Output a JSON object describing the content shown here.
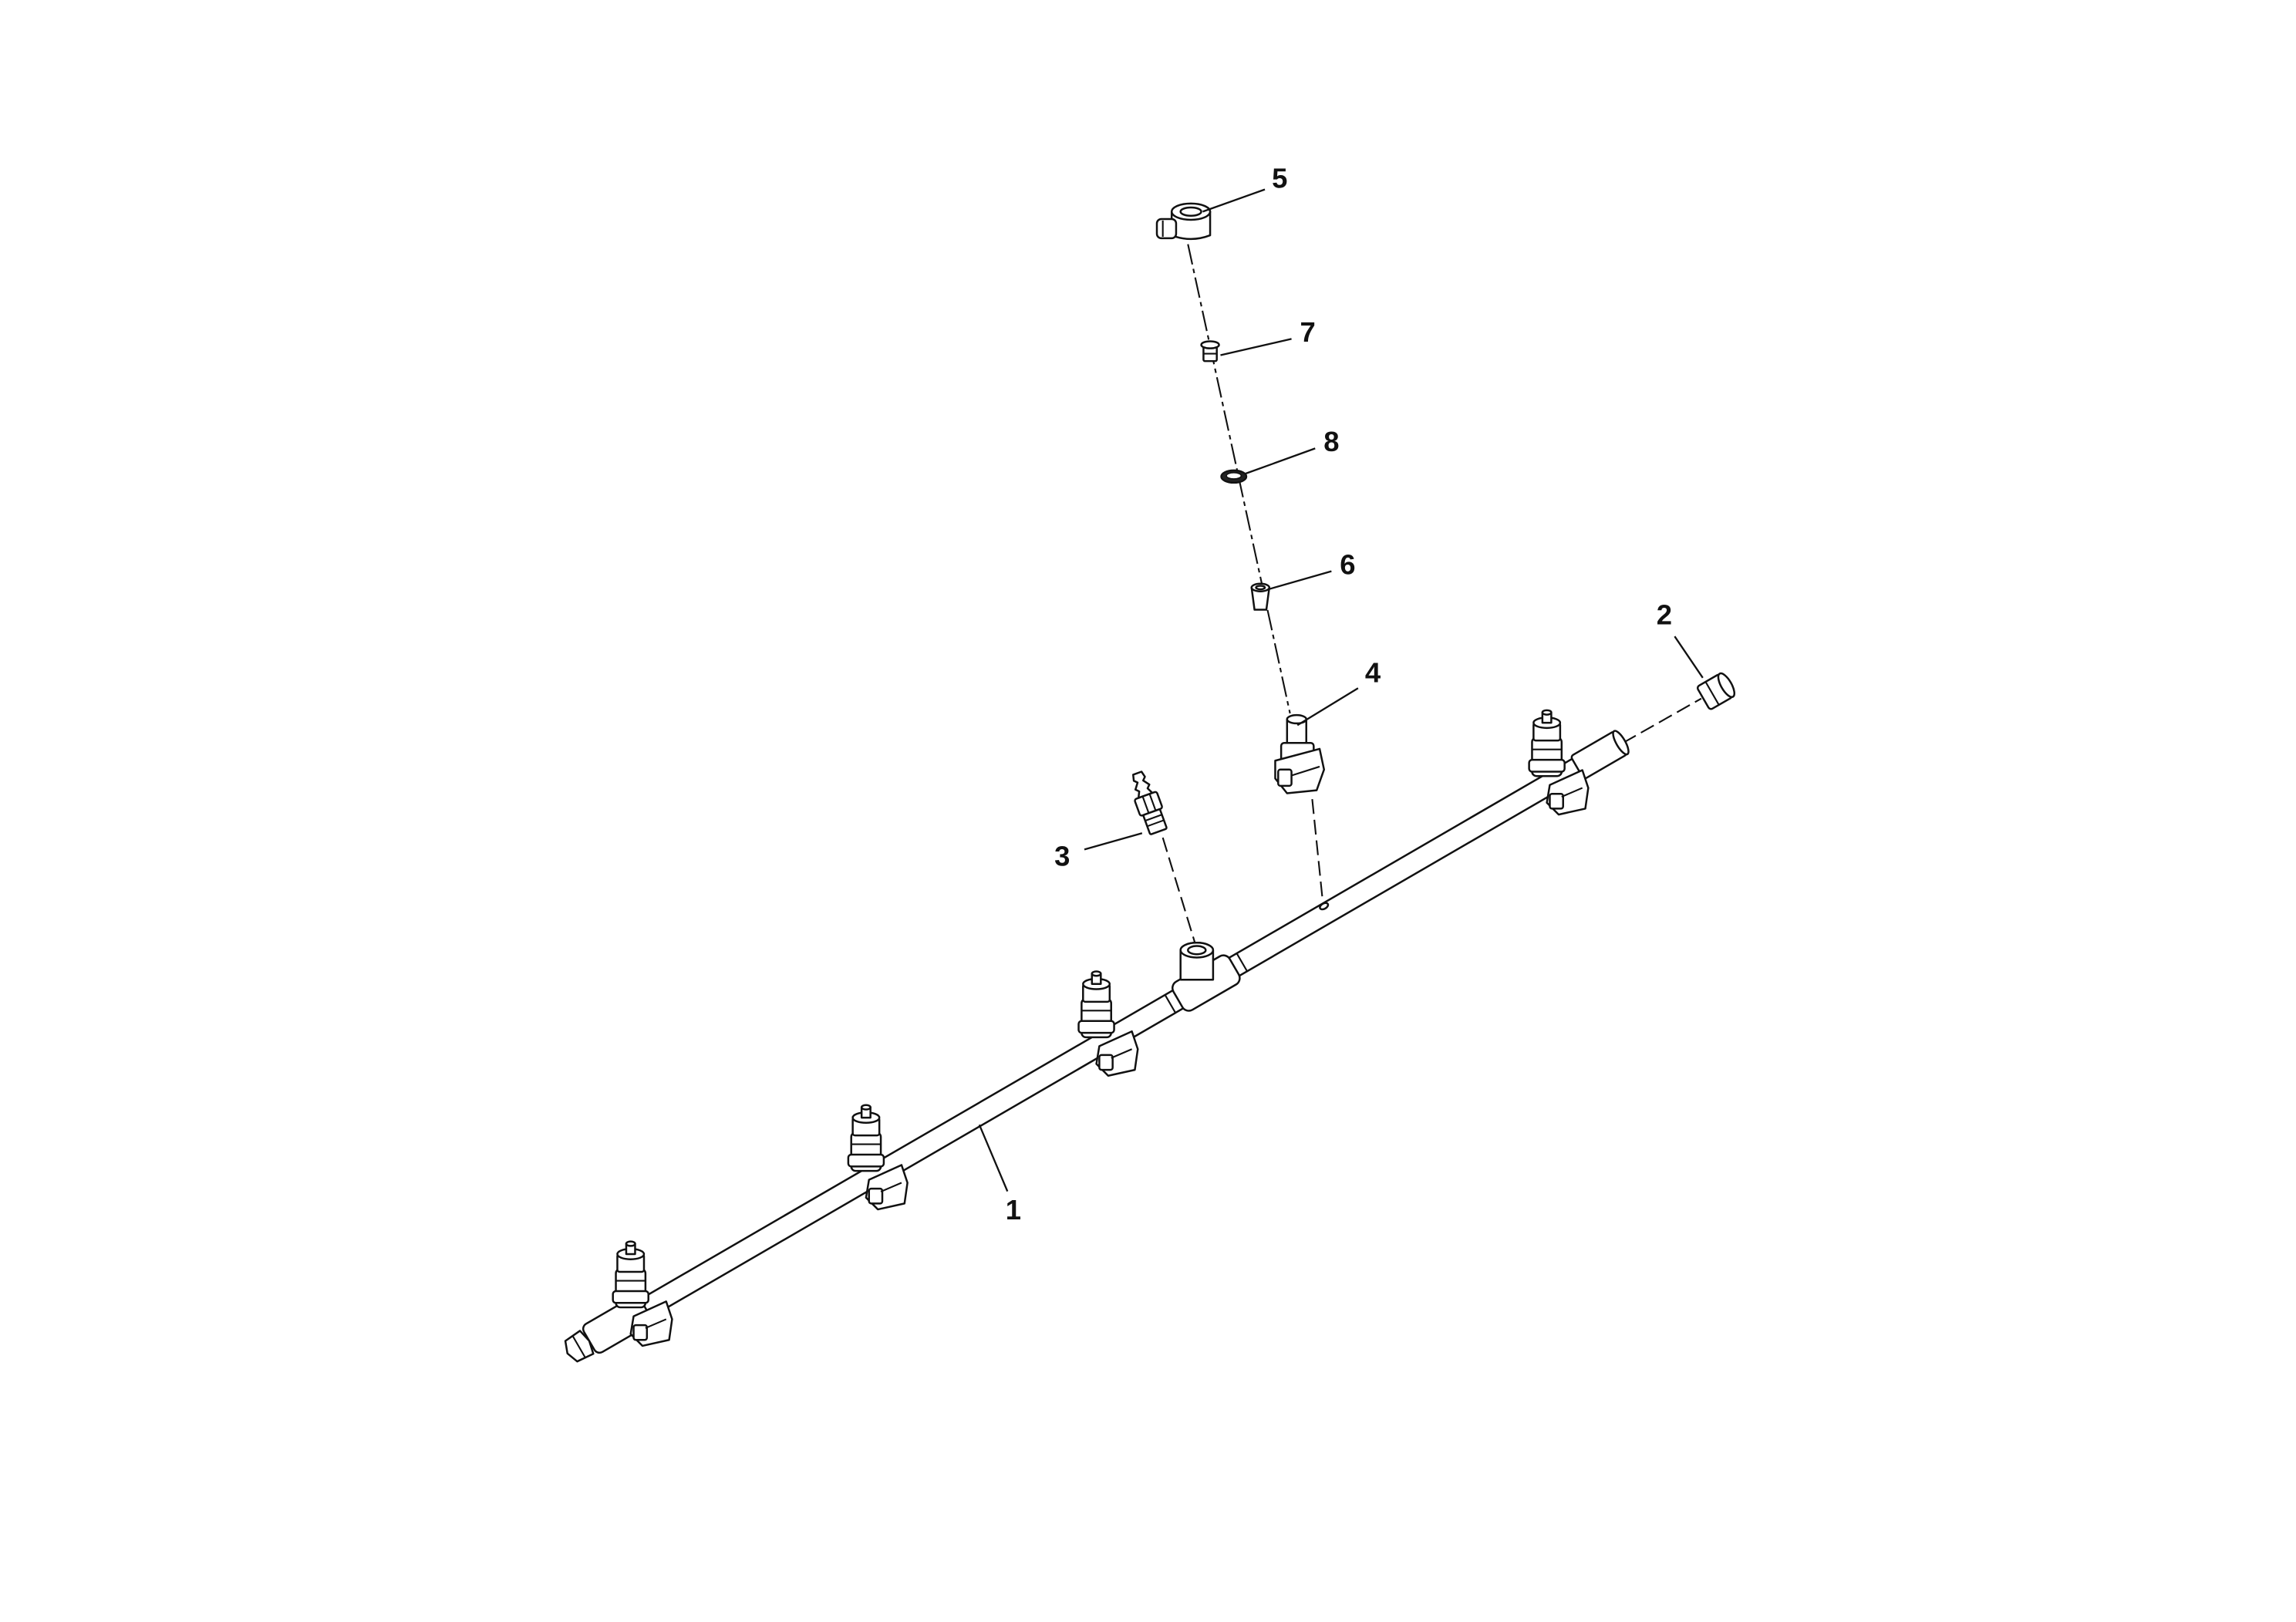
{
  "callout_labels": [
    "1",
    "2",
    "3",
    "4",
    "5",
    "6",
    "7",
    "8"
  ]
}
